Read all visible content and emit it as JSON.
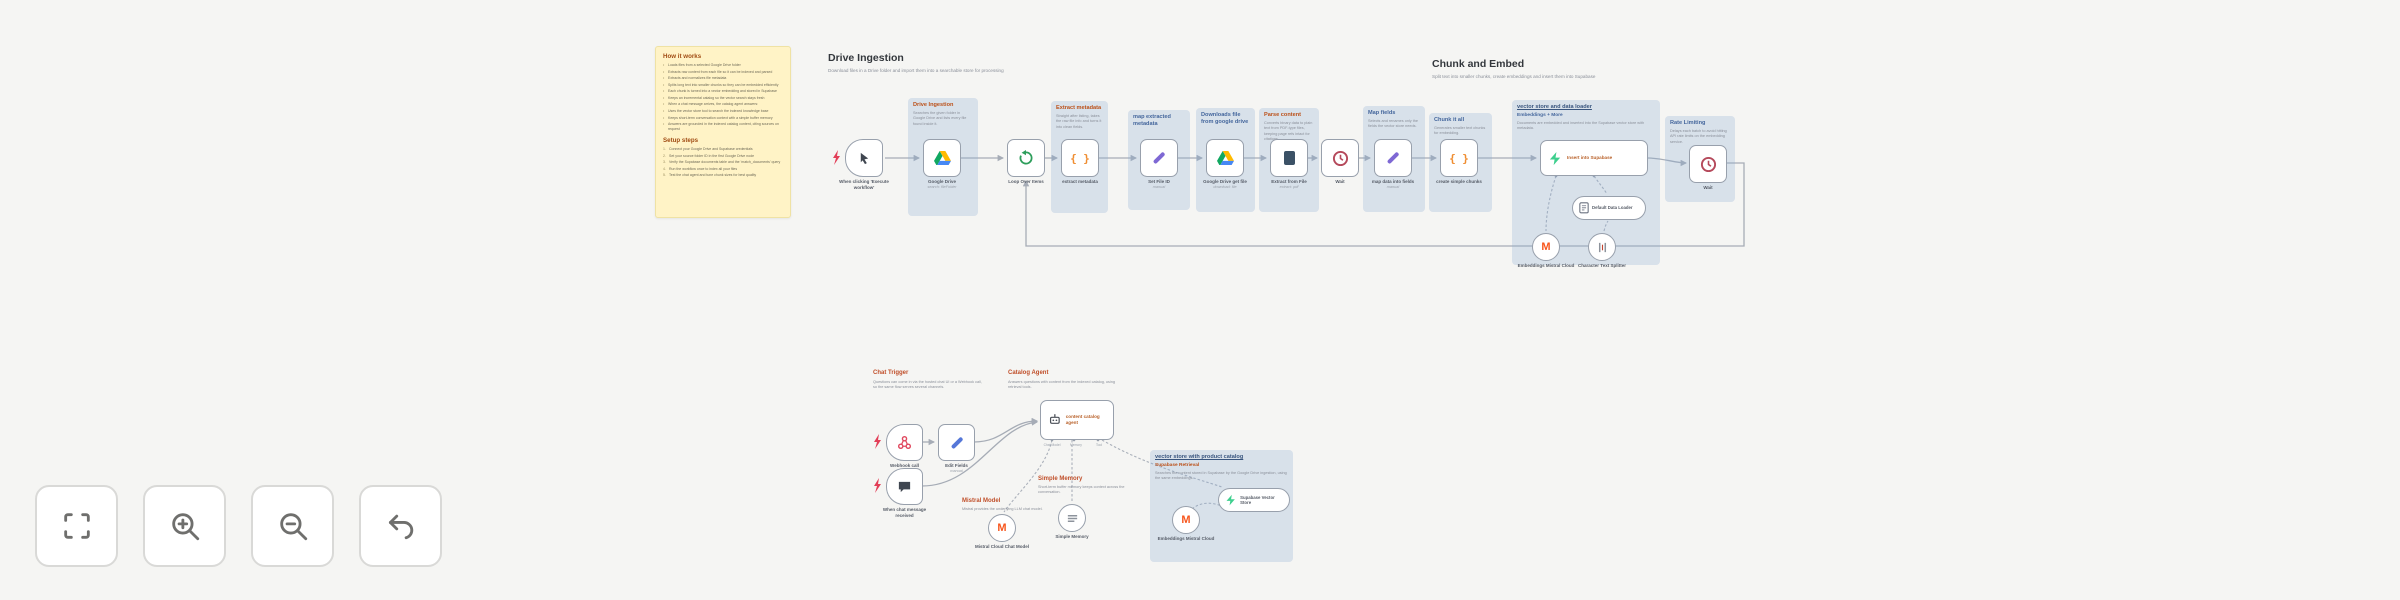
{
  "titles": {
    "drive_ingestion": {
      "title": "Drive Ingestion",
      "subtitle": "Download files in a Drive folder and import them into a searchable store for processing"
    },
    "chunk_embed": {
      "title": "Chunk and Embed",
      "subtitle": "Split text into smaller chunks, create embeddings and insert them into Supabase"
    }
  },
  "sticky": {
    "title": "How it works",
    "items": [
      "Loads files from a selected Google Drive folder",
      "Extracts raw content from each file so it can be indexed and parsed",
      "Extracts and normalizes file metadata",
      "Splits long text into smaller chunks so they can be embedded efficiently",
      "Each chunk is turned into a vector embedding and stored in Supabase",
      "Keeps an incremental catalog so the vector search stays fresh",
      "When a chat message arrives, the catalog agent answers:",
      "Uses the vector store tool to search the indexed knowledge base",
      "Keeps short-term conversation context with a simple buffer memory",
      "Answers are grounded in the indexed catalog content, citing sources on request"
    ],
    "setup_title": "Setup steps",
    "setup_items": [
      "Connect your Google Drive and Supabase credentials",
      "Set your source folder ID in the first Google Drive node",
      "Verify the Supabase documents table and the 'match_documents' query",
      "Run the workflow once to index all your files",
      "Test the chat agent and tune chunk sizes for best quality"
    ]
  },
  "regions": {
    "ingest": {
      "title": "Drive Ingestion",
      "desc": "Searches the given folder in Google Drive and lists every file found inside it."
    },
    "extract_meta": {
      "title": "Extract metadata",
      "desc": "Straight after listing, takes the raw file info and turns it into clean fields."
    },
    "map_meta": {
      "title": "map extracted metadata"
    },
    "download": {
      "title": "Downloads file from google drive"
    },
    "parse": {
      "title": "Parse content",
      "desc": "Converts binary data to plain text from PDF-type files, keeping page refs intact for citations."
    },
    "map_fields": {
      "title": "Map fields",
      "desc": "Selects and renames only the fields the vector store needs."
    },
    "chunk": {
      "title": "Chunk it all",
      "desc": "Generates smaller text chunks for embedding."
    },
    "vector": {
      "title": "vector store and data loader",
      "subtitle": "Embeddings + More",
      "desc": "Documents are embedded and inserted into the Supabase vector store with metadata."
    },
    "rate": {
      "title": "Rate Limiting",
      "desc": "Delays each batch to avoid hitting API rate limits on the embedding service."
    },
    "catalog_vector": {
      "title": "vector store with product catalog",
      "subtitle": "Supabase Retrieval",
      "desc": "Searches the content stored in Supabase by the Google Drive ingestion, using the same embeddings."
    }
  },
  "sections": {
    "chat_trigger": {
      "title": "Chat Trigger",
      "desc": "Questions can come in via the hosted chat UI or a Webhook call, so the same flow serves several channels."
    },
    "catalog_agent": {
      "title": "Catalog Agent",
      "desc": "Answers questions with content from the indexed catalog, using retrieval tools."
    },
    "mistral_model": {
      "title": "Mistral Model",
      "desc": "Mistral provides the underlying LLM chat model."
    },
    "simple_memory": {
      "title": "Simple Memory",
      "desc": "Short-term buffer memory keeps context across the conversation."
    }
  },
  "nodes": {
    "manual_trigger": {
      "label": "When clicking 'Execute workflow'"
    },
    "gdrive_search": {
      "label": "Google Drive",
      "sub": "search: fileFolder"
    },
    "loop": {
      "label": "Loop Over Items"
    },
    "extract_metadata": {
      "label": "extract metadata"
    },
    "set_file_id": {
      "label": "Set File ID",
      "sub": "manual"
    },
    "gdrive_get": {
      "label": "Google Drive get file",
      "sub": "download: file"
    },
    "extract_file": {
      "label": "Extract from File",
      "sub": "extract: pdf"
    },
    "wait_items": {
      "label": "Wait"
    },
    "map_fields": {
      "label": "map data into fields",
      "sub": "manual"
    },
    "chunk": {
      "label": "create simple chunks"
    },
    "supabase_insert": {
      "label": "Insert into Supabase"
    },
    "data_loader": {
      "label": "Default Data Loader"
    },
    "embeddings_ingest": {
      "label": "Embeddings Mistral Cloud"
    },
    "splitter": {
      "label": "Character Text Splitter"
    },
    "wait_rate": {
      "label": "Wait"
    },
    "webhook": {
      "label": "Webhook call"
    },
    "edit_fields": {
      "label": "Edit Fields",
      "sub": "manual"
    },
    "chat_received": {
      "label": "When chat message received"
    },
    "agent": {
      "label": "content catalog agent"
    },
    "mistral_chat": {
      "label": "Mistral Cloud Chat Model"
    },
    "simple_memory": {
      "label": "Simple Memory"
    },
    "supabase_vs": {
      "label": "Supabase Vector Store"
    },
    "embeddings_query": {
      "label": "Embeddings Mistral Cloud"
    }
  },
  "agent_ports": {
    "chat_model": "Chat Model",
    "memory": "Memory",
    "tool": "Tool"
  },
  "icon_glyphs": {
    "braces": "{ }",
    "mistral_m": "M"
  },
  "colors": {
    "accent_orange": "#bb4f17",
    "accent_blue": "#44669c",
    "region_bg": "#d7e2ef",
    "sticky_bg": "#fff3c6",
    "canvas_bg": "#f5f5f3",
    "supabase_green": "#3ecf8e",
    "mistral_orange": "#f7561d",
    "wait_red": "#b5495b"
  }
}
